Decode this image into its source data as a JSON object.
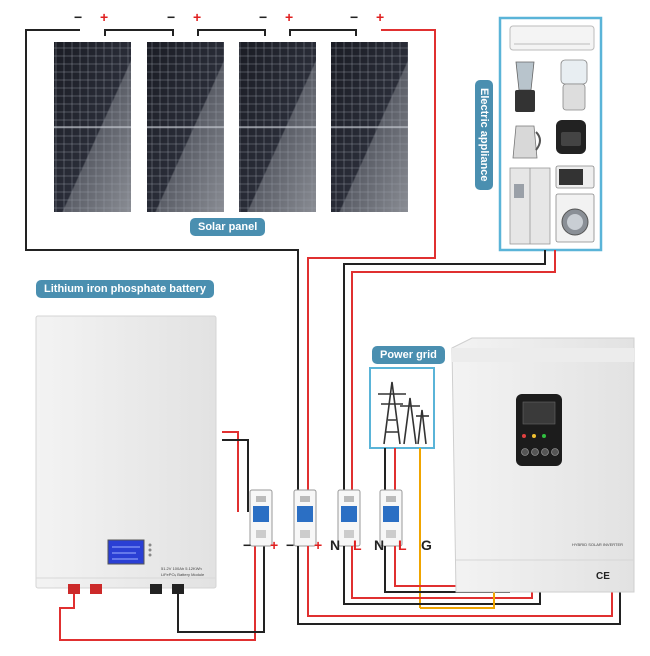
{
  "labels": {
    "solar_panel": "Solar panel",
    "battery": "Lithium iron phosphate battery",
    "power_grid": "Power grid",
    "electric_appliance": "Electric appliance"
  },
  "panel_terminals": [
    {
      "neg": "−",
      "pos": "+"
    },
    {
      "neg": "−",
      "pos": "+"
    },
    {
      "neg": "−",
      "pos": "+"
    },
    {
      "neg": "−",
      "pos": "+"
    }
  ],
  "breaker_terminals": {
    "battery_neg": "−",
    "battery_pos": "+",
    "pv_neg": "−",
    "pv_pos": "+",
    "load_n": "N",
    "load_l": "L",
    "grid_n": "N",
    "grid_l": "L",
    "grid_g": "G"
  },
  "battery_text": {
    "line1": "51.2V 100Ah 5.12KWh",
    "line2": "LiFePO₄ Battery Module"
  },
  "inverter_text": {
    "brand": "HYBRID SOLAR INVERTER",
    "cert": "CE"
  },
  "colors": {
    "positive_wire": "#e03030",
    "negative_wire": "#222222",
    "ground_wire": "#f0a500",
    "label_bg": "#4a8fb0",
    "frame": "#5ab4d8"
  }
}
